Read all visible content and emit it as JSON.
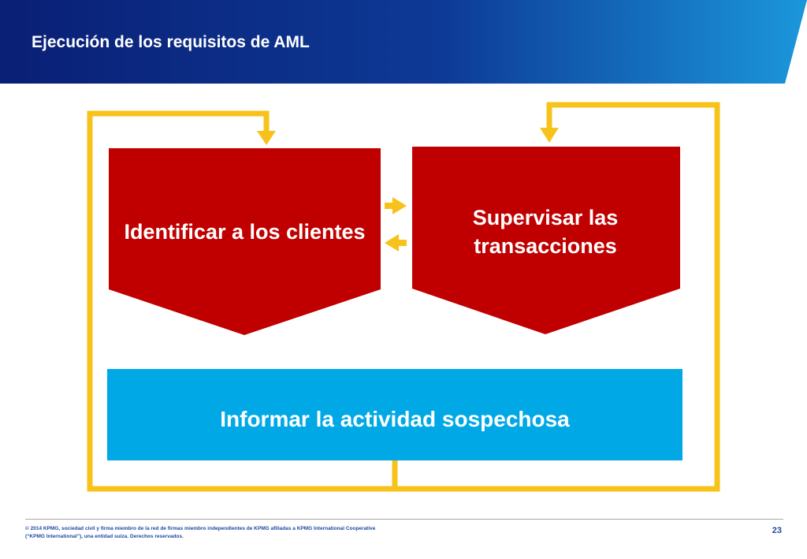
{
  "header": {
    "title": "Ejecución de los requisitos de AML"
  },
  "diagram": {
    "steps": [
      {
        "id": "identify",
        "label": "Identificar a los clientes"
      },
      {
        "id": "supervise",
        "label": "Supervisar las transacciones"
      },
      {
        "id": "report",
        "label": "Informar la actividad sospechosa"
      }
    ]
  },
  "footer": {
    "copyright": "© 2014 KPMG, sociedad civil y firma miembro de la red de firmas miembro independientes de KPMG afiliadas a KPMG International Cooperative (“KPMG International”), una entidad suiza. Derechos reservados.",
    "page_number": "23"
  },
  "colors": {
    "header_dark": "#0c2a82",
    "header_light": "#1f93d8",
    "step_red": "#c00000",
    "step_blue": "#00a9e6",
    "connector_yellow": "#f7c31a"
  }
}
